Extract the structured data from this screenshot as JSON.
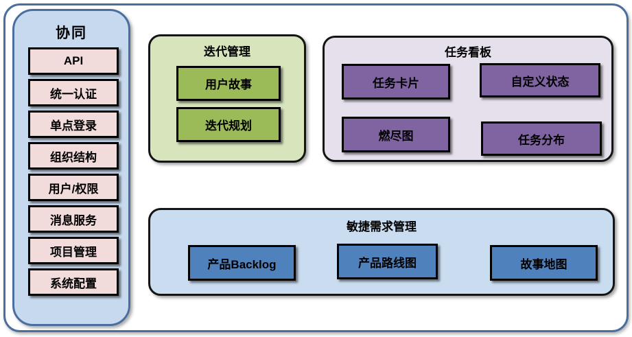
{
  "colors": {
    "frame_border": "#4a6e9e",
    "sidebar_fill": "#c7d9ee",
    "sidebar_item_fill": "#f2dcdb",
    "green_panel_fill": "#d7e4bc",
    "green_item_fill": "#9bbb59",
    "purple_panel_fill": "#e6e0ec",
    "purple_item_fill": "#8064a2",
    "blue_panel_fill": "#c9dcf0",
    "blue_item_fill": "#4f81bd",
    "item_border": "#000000"
  },
  "sidebar": {
    "title": "协同",
    "items": [
      "API",
      "统一认证",
      "单点登录",
      "组织结构",
      "用户/权限",
      "消息服务",
      "项目管理",
      "系统配置"
    ]
  },
  "panels": {
    "iteration": {
      "title": "迭代管理",
      "items": [
        "用户故事",
        "迭代规划"
      ]
    },
    "kanban": {
      "title": "任务看板",
      "items": [
        "任务卡片",
        "自定义状态",
        "燃尽图",
        "任务分布"
      ]
    },
    "agile": {
      "title": "敏捷需求管理",
      "items": [
        "产品Backlog",
        "产品路线图",
        "故事地图"
      ]
    }
  }
}
